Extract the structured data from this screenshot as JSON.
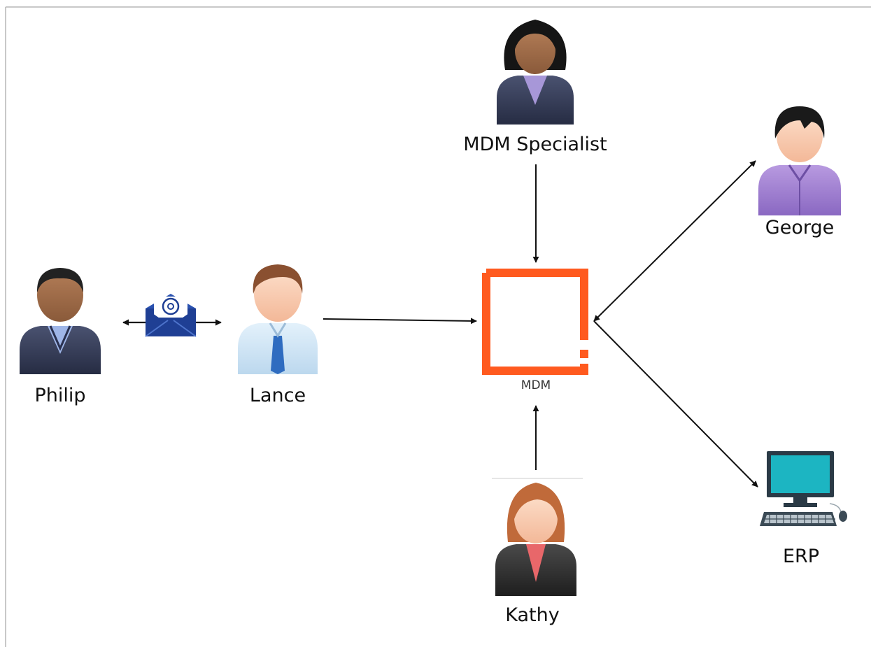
{
  "diagram": {
    "actors": {
      "philip": "Philip",
      "lance": "Lance",
      "mdm_specialist": "MDM Specialist",
      "george": "George",
      "kathy": "Kathy",
      "erp": "ERP"
    },
    "hub_label": "MDM",
    "icons": {
      "email": "email-envelope-icon",
      "erp": "computer-icon"
    },
    "colors": {
      "hub": "#FF5A1F",
      "arrow": "#111111",
      "envelope": "#1F3F94",
      "monitor": "#1CB5C2"
    }
  }
}
